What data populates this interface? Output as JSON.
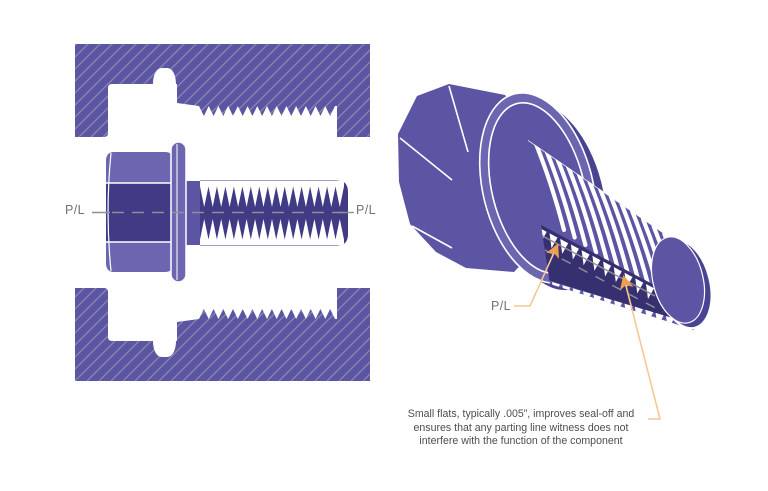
{
  "palette": {
    "purple_mid": "#5B55A4",
    "purple_light": "#6C66B0",
    "purple_dark": "#413B86",
    "purple_deep": "#363070",
    "purple_rim": "#4A4392",
    "hatch_line": "#8B88AB",
    "label_gray": "#71717A",
    "line_gray": "#8F8F98",
    "text_gray": "#4D4D52",
    "leader_orange": "#F7C794",
    "arrow_orange": "#EF9F50",
    "background": "#FFFFFF"
  },
  "left_view": {
    "parting_line_left": "P/L",
    "parting_line_right": "P/L"
  },
  "right_view": {
    "parting_line_label": "P/L",
    "annotation_lines": [
      "Small flats, typically .005”, improves seal-off and",
      "ensures that any parting line witness does not",
      "interfere with the function of the component"
    ]
  }
}
